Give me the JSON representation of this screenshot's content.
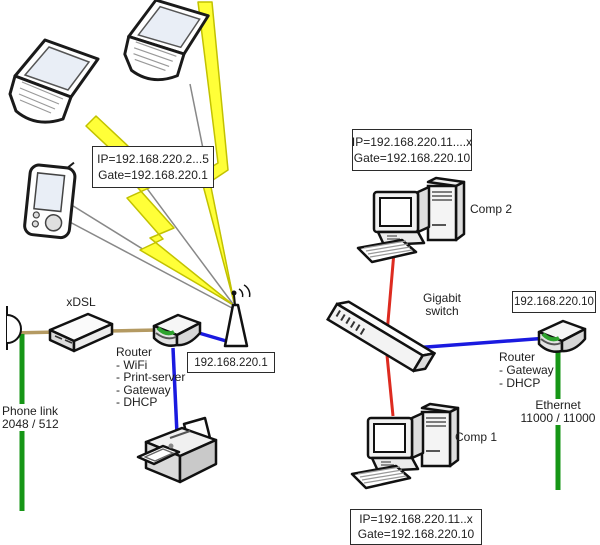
{
  "labels": {
    "xdsl": "xDSL",
    "phone_link": {
      "line1": "Phone link",
      "line2": "2048 / 512"
    },
    "comp2": "Comp 2",
    "comp1": "Comp 1",
    "gigabit_switch": {
      "line1": "Gigabit",
      "line2": "switch"
    },
    "ethernet": {
      "line1": "Ethernet",
      "line2": "11000 / 11000"
    }
  },
  "boxes": {
    "wifi_clients": {
      "line1": "IP=192.168.220.2...5",
      "line2": "Gate=192.168.220.1"
    },
    "router_left_ip": "192.168.220.1",
    "comp2_ip": {
      "line1": "IP=192.168.220.11....x",
      "line2": "Gate=192.168.220.10"
    },
    "router_right_ip": "192.168.220.10",
    "comp1_ip": {
      "line1": "IP=192.168.220.11..x",
      "line2": "Gate=192.168.220.10"
    }
  },
  "router_left": {
    "title": "Router",
    "items": [
      "- WiFi",
      "- Print-server",
      "- Gateway",
      "- DHCP"
    ]
  },
  "router_right": {
    "title": "Router",
    "items": [
      "- Gateway",
      "- DHCP"
    ]
  },
  "icons": {
    "laptop1": "laptop-icon",
    "laptop2": "laptop-icon",
    "pda": "pda-icon",
    "antenna": "wifi-antenna-icon",
    "xdsl_modem": "xdsl-modem-icon",
    "router_left": "router-icon",
    "router_right": "router-icon",
    "printer": "printer-icon",
    "comp1": "desktop-computer-icon",
    "comp2": "desktop-computer-icon",
    "switch": "gigabit-switch-icon",
    "phone_jack": "phone-jack-icon",
    "wifi_bolts": "lightning-bolt-icon"
  },
  "colors": {
    "wifi_bolt_yellow": "#ffff38",
    "lan_blue": "#1a1ae0",
    "lan_red": "#dd2b20",
    "ethernet_green": "#169616",
    "phone_line_tan": "#b49a62",
    "line_gray": "#888888"
  }
}
